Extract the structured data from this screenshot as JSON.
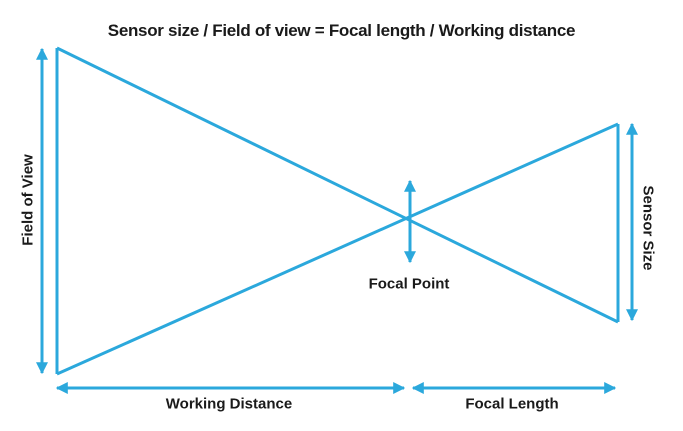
{
  "title": "Sensor size / Field of view = Focal length / Working distance",
  "diagram": {
    "labels": {
      "field_of_view": "Field of View",
      "sensor_size": "Sensor Size",
      "focal_point": "Focal Point",
      "working_distance": "Working Distance",
      "focal_length": "Focal Length"
    }
  },
  "colors": {
    "line": "#2BA8DC",
    "text": "#1A1A1A",
    "background": "#FFFFFF"
  }
}
